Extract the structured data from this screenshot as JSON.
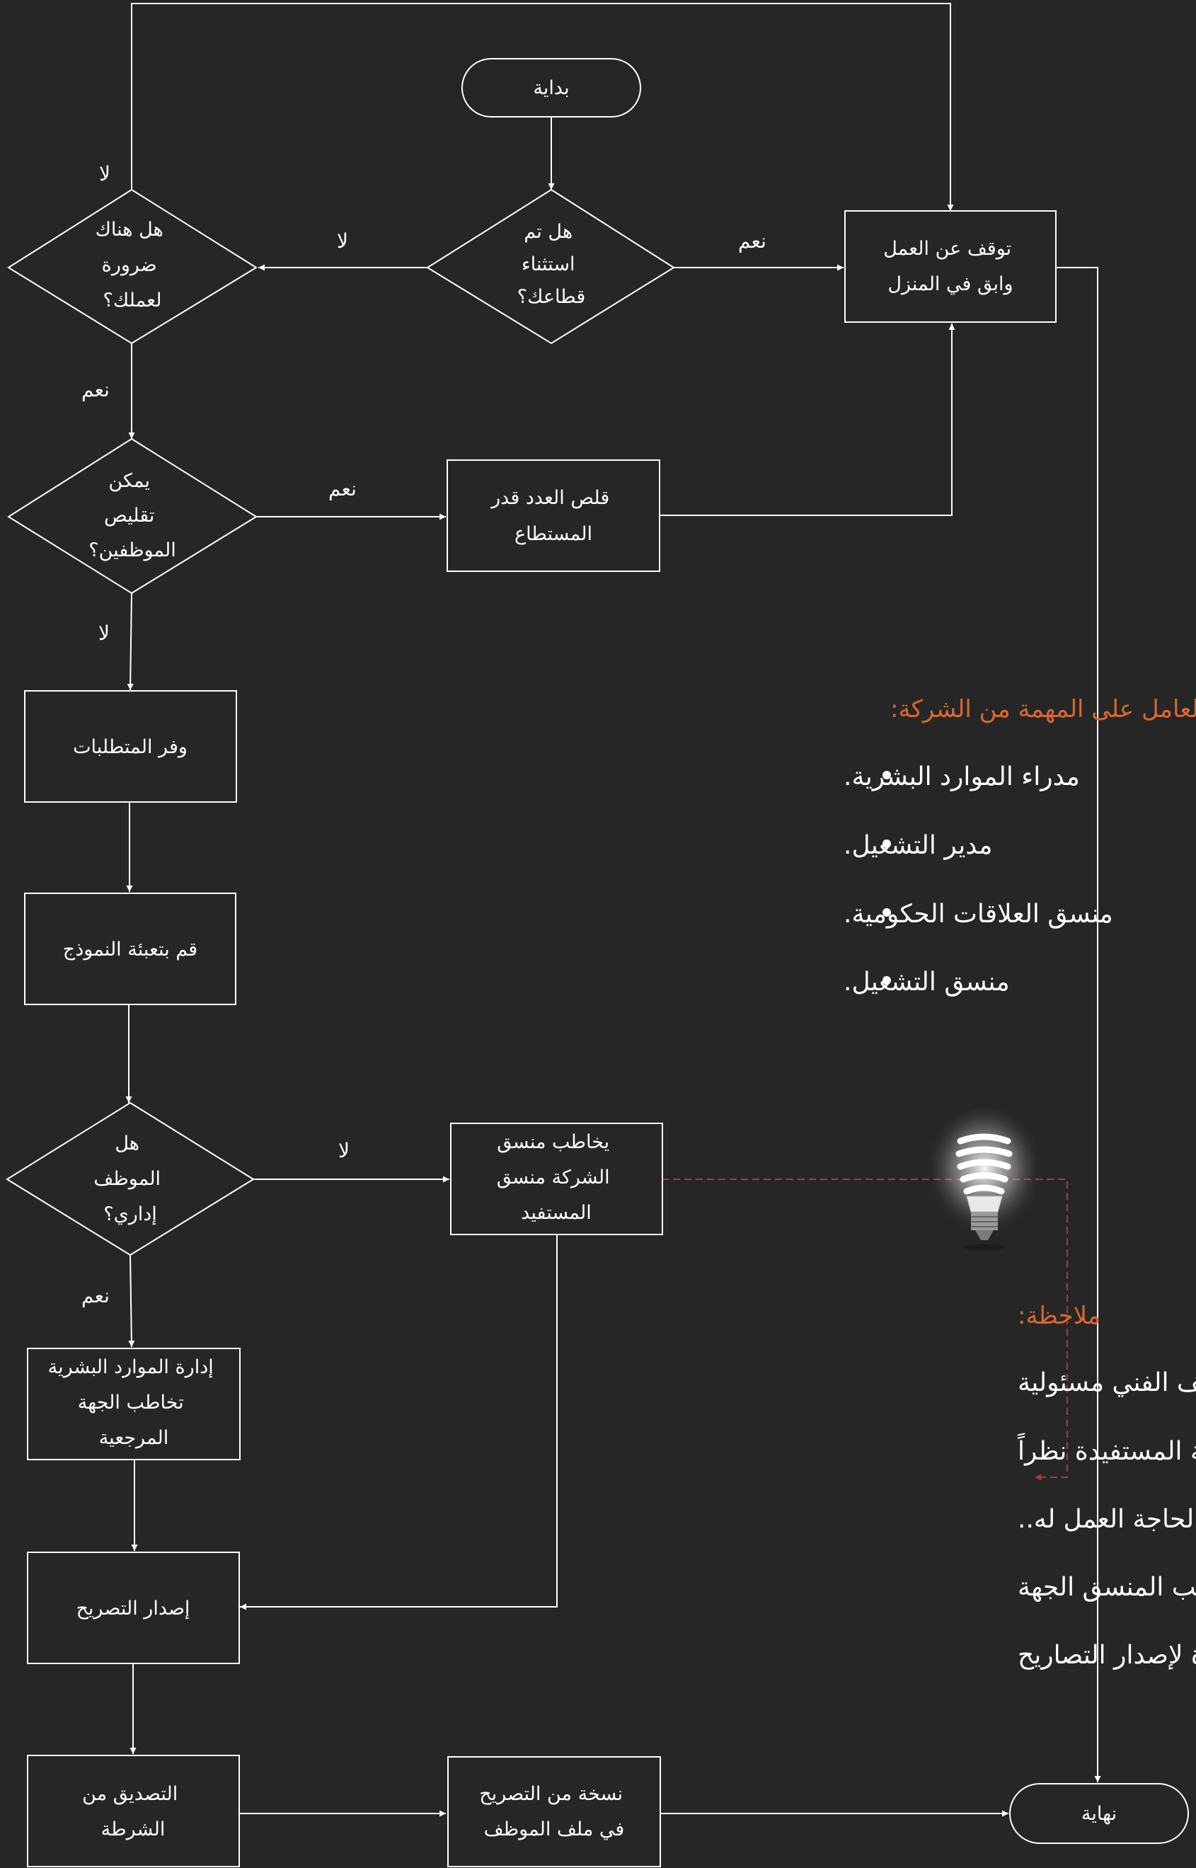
{
  "nodes": {
    "start": "بداية",
    "q_exempt": [
      "هل تم",
      "استثناء",
      "قطاعك؟"
    ],
    "stop_work": [
      "توقف عن العمل",
      "وابق في المنزل"
    ],
    "q_necessary": [
      "هل هناك",
      "ضرورة",
      "لعملك؟"
    ],
    "q_reduce": [
      "يمكن",
      "تقليص",
      "الموظفين؟"
    ],
    "reduce_count": [
      "قلص العدد قدر",
      "المستطاع"
    ],
    "provide_req": "وفر المتطلبات",
    "fill_form": "قم بتعبئة  النموذج",
    "q_admin": [
      "هل",
      "الموظف",
      "إداري؟"
    ],
    "coordinator": [
      "يخاطب منسق",
      "الشركة منسق",
      "المستفيد"
    ],
    "hr": [
      "إدارة الموارد البشرية",
      "تخاطب الجهة",
      "المرجعية"
    ],
    "issue_permit": "إصدار التصريح",
    "police": [
      "التصديق من",
      "الشرطة"
    ],
    "copy_file": [
      "نسخة من التصريح",
      "في ملف الموظف"
    ],
    "end": "نهاية"
  },
  "edge_labels": {
    "yes": "نعم",
    "no": "لا"
  },
  "team": {
    "title": "الفريق العامل على المهمة من الشركة:",
    "members": [
      "مدراء الموارد البشرية.",
      "مدير التشغيل.",
      "منسق العلاقات الحكومية.",
      "منسق التشغيل."
    ]
  },
  "note": {
    "title": "ملاحظة:",
    "lines": [
      "الموظف الفني مسئولية",
      "الجهة المستفيدة نظراً",
      "لحاجة العمل له..",
      "يخاطب المنسق الجهة",
      "المستفيدة لإصدار التصاريح"
    ]
  },
  "icons": {
    "lightbulb": "lightbulb-icon"
  },
  "colors": {
    "background": "#262626",
    "stroke": "#ffffff",
    "accent": "#d9682e",
    "dashed_connector": "#b03a2e"
  }
}
